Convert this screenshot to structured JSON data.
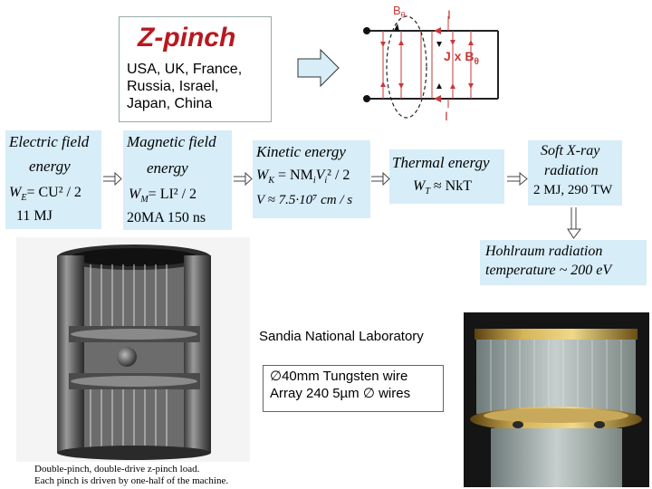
{
  "zpinch": {
    "title": "Z-pinch",
    "countries": "USA, UK, France,\nRussia, Israel,\nJapan, China"
  },
  "diagram": {
    "b_theta": "B",
    "b_theta_sub": "θ",
    "current_top": "I",
    "current_bottom": "I",
    "jxb": "J x B",
    "jxb_sub": "θ"
  },
  "chain": {
    "electric": {
      "line1": "Electric field",
      "line2": "energy",
      "formula_lhs": "W",
      "formula_sub": "E",
      "formula_rhs": "= CU² / 2",
      "value": "11 MJ"
    },
    "magnetic": {
      "line1": "Magnetic field",
      "line2": "energy",
      "formula_lhs": "W",
      "formula_sub": "M",
      "formula_rhs": "= LI² / 2",
      "value": "20MA 150 ns"
    },
    "kinetic": {
      "line1": "Kinetic energy",
      "formula1_lhs": "W",
      "formula1_sub": "K",
      "formula1_rhs": "= NM",
      "formula1_rhs2": "V",
      "formula1_rhs3": "² / 2",
      "formula1_sub2": "i",
      "formula1_sub3": "i",
      "formula2": "V ≈ 7.5·10⁷ cm / s"
    },
    "thermal": {
      "line1": "Thermal  energy",
      "formula_lhs": "W",
      "formula_sub": "T",
      "formula_rhs": "≈ NkT"
    },
    "xray": {
      "line1": "Soft X-ray",
      "line2": "radiation",
      "value": "2 MJ, 290 TW"
    },
    "hohlraum": {
      "line1": "Hohlraum radiation",
      "line2": "temperature ~ 200 eV"
    }
  },
  "lab": {
    "name": "Sandia National Laboratory",
    "wire_text": "∅40mm Tungsten wire\nArray  240 5µm ∅ wires"
  },
  "caption": "Double-pinch,  double-drive  z-pinch  load.\nEach pinch is driven by one-half of the machine."
}
